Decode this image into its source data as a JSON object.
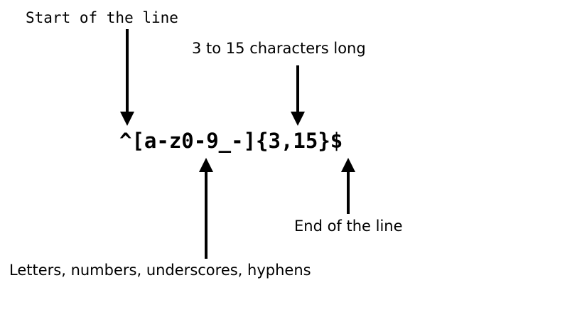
{
  "diagram": {
    "title_expression": "^[a-z0-9_-]{3,15}$",
    "annotations": [
      {
        "id": "start-of-line",
        "text": "Start of the line",
        "font": "mono",
        "direction": "down"
      },
      {
        "id": "length-range",
        "text": "3 to 15 characters long",
        "font": "sans",
        "direction": "down"
      },
      {
        "id": "allowed-characters",
        "text": "Letters, numbers, underscores, hyphens",
        "font": "sans",
        "direction": "up"
      },
      {
        "id": "end-of-line",
        "text": "End of the line",
        "font": "sans",
        "direction": "up"
      }
    ],
    "colors": {
      "background": "#ffffff",
      "ink": "#000000"
    }
  }
}
